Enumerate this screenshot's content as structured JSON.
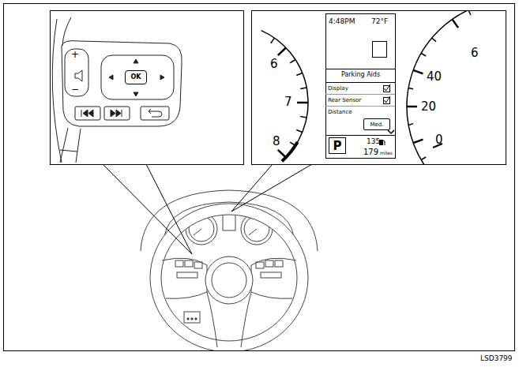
{
  "diagram": {
    "nodes": [
      {
        "text": [
          "4:48PM",
          "72°F",
          "Parking Aids",
          "Display",
          "Rear Sensor",
          "Distance",
          "135",
          "179",
          "miles"
        ]
      },
      {
        "text": [
          "Med."
        ],
        "in": 0
      },
      {
        "text": [
          "P"
        ],
        "in": 0
      },
      {
        "text": [
          "OK"
        ]
      }
    ],
    "labels": [
      "+",
      "−",
      "6",
      "7",
      "8",
      "6",
      "40",
      "20",
      "0",
      "LSD3799"
    ]
  }
}
